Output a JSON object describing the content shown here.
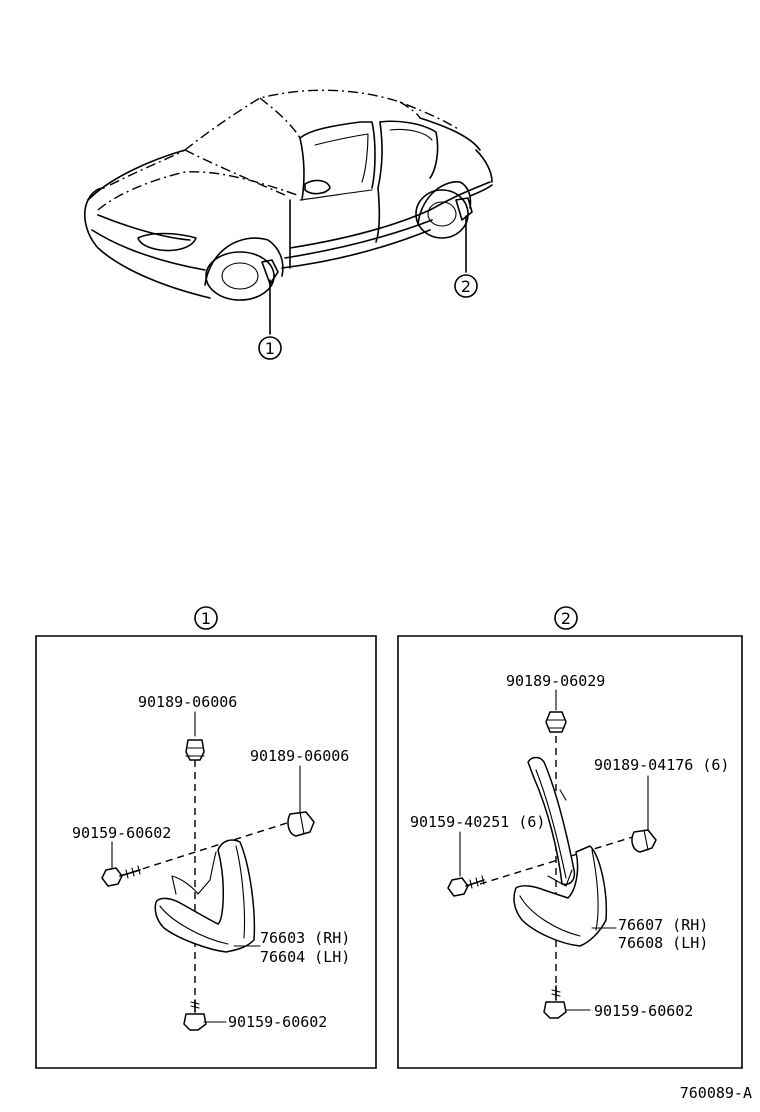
{
  "figure_code": "760089-A",
  "callouts": {
    "front": "1",
    "rear": "2"
  },
  "panel_front": {
    "title": "1",
    "labels": {
      "clip_top": "90189-06006",
      "clip_right": "90189-06006",
      "screw_left": "90159-60602",
      "mudguard_rh": "76603 (RH)",
      "mudguard_lh": "76604 (LH)",
      "screw_bottom": "90159-60602"
    }
  },
  "panel_rear": {
    "title": "2",
    "labels": {
      "clip_top": "90189-06029",
      "clip_right": "90189-04176 (6)",
      "screw_left": "90159-40251 (6)",
      "mudguard_rh": "76607 (RH)",
      "mudguard_lh": "76608 (LH)",
      "screw_bottom": "90159-60602"
    }
  }
}
